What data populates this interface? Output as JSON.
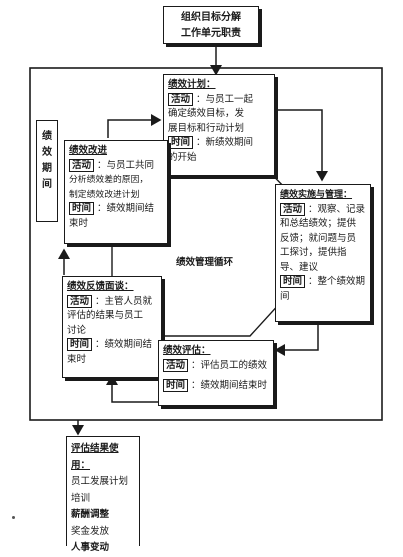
{
  "top_box": {
    "line1": "组织目标分解",
    "line2": "工作单元职责"
  },
  "side_label": {
    "chars": [
      "绩",
      "效",
      "期",
      "间"
    ]
  },
  "center": {
    "label": "绩效管理循环"
  },
  "plan": {
    "title": "绩效计划：",
    "activity_tag": "活动",
    "activity_lines": [
      "：与员工一起",
      "确定绩效目标，发",
      "展目标和行动计划"
    ],
    "time_tag": "时间",
    "time_lines": [
      "：新绩效期间",
      "的开始"
    ]
  },
  "improve": {
    "title": "绩效改进",
    "activity_tag": "活动",
    "activity_lines": [
      "：与员工共同",
      "分析绩效差的原因，",
      "制定绩效改进计划"
    ],
    "time_tag": "时间",
    "time_lines": [
      "：绩效期间结",
      "束时"
    ]
  },
  "execute": {
    "title": "绩效实施与管理：",
    "activity_tag": "活动",
    "activity_lines": [
      "：观察、记录",
      "和总结绩效；提供",
      "反馈；就问题与员",
      "工探讨，提供指",
      "导、建议"
    ],
    "time_tag": "时间",
    "time_lines": [
      "：整个绩效期",
      "间"
    ]
  },
  "feedback": {
    "title": "绩效反馈面谈：",
    "activity_tag": "活动",
    "activity_lines": [
      "：主管人员就",
      "评估的结果与员工",
      "讨论"
    ],
    "time_tag": "时间",
    "time_lines": [
      "：绩效期间结",
      "束时"
    ]
  },
  "evaluate": {
    "title": "绩效评估：",
    "activity_tag": "活动",
    "activity_lines": [
      "：评估员工的绩效"
    ],
    "time_tag": "时间",
    "time_lines": [
      "：绩效期间结束时"
    ]
  },
  "results": {
    "title": "评估结果使用：",
    "items": [
      "员工发展计划",
      "培训",
      "薪酬调整",
      "奖金发放",
      "人事变动"
    ]
  }
}
